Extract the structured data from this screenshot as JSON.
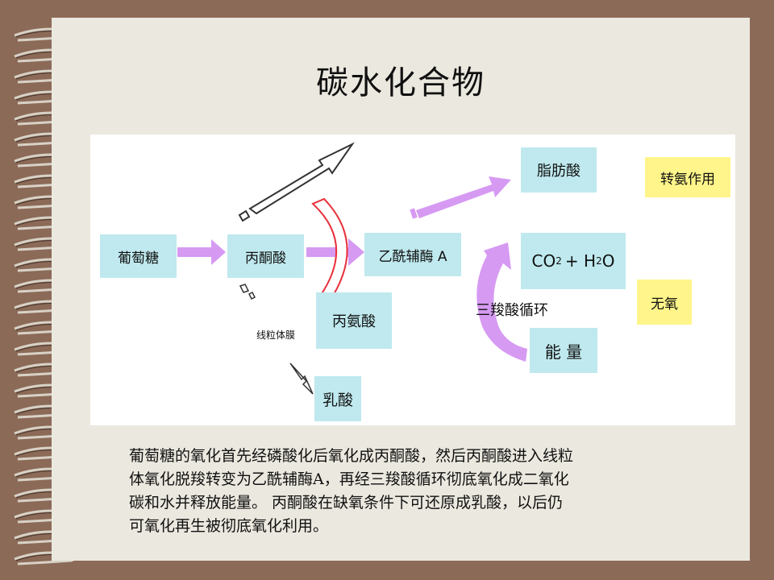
{
  "slide": {
    "title": "碳水化合物",
    "paragraph_lines": [
      "葡萄糖的氧化首先经磷酸化后氧化成丙酮酸，然后丙酮酸进入线粒",
      "体氧化脱羧转变为乙酰辅酶A，再经三羧酸循环彻底氧化成二氧化",
      "碳和水并释放能量。 丙酮酸在缺氧条件下可还原成乳酸，以后仍",
      "可氧化再生被彻底氧化利用。"
    ]
  },
  "diagram": {
    "glucose": "葡萄糖",
    "pyruvate": "丙酮酸",
    "acetyl_coa": "乙酰辅酶 A",
    "fatty_acid": "脂肪酸",
    "co2_h2o": {
      "co": "CO",
      "sub1": "2",
      "plus_h": "+ H",
      "sub2": "2",
      "o": "O"
    },
    "alanine": "丙氨酸",
    "lactic_acid": "乳酸",
    "tca_cycle": "三羧酸循环",
    "energy": "能 量",
    "mitochondria": "线粒体膜",
    "transamination": "转氨作用",
    "anaerobic": "无氧"
  },
  "colors": {
    "frame": "#8c6a58",
    "paper": "#ebe8df",
    "box_cyan": "#bfe9ee",
    "box_yellow": "#fff58a",
    "arrow_purple": "#d69af3",
    "arc_red": "#e8323c"
  }
}
